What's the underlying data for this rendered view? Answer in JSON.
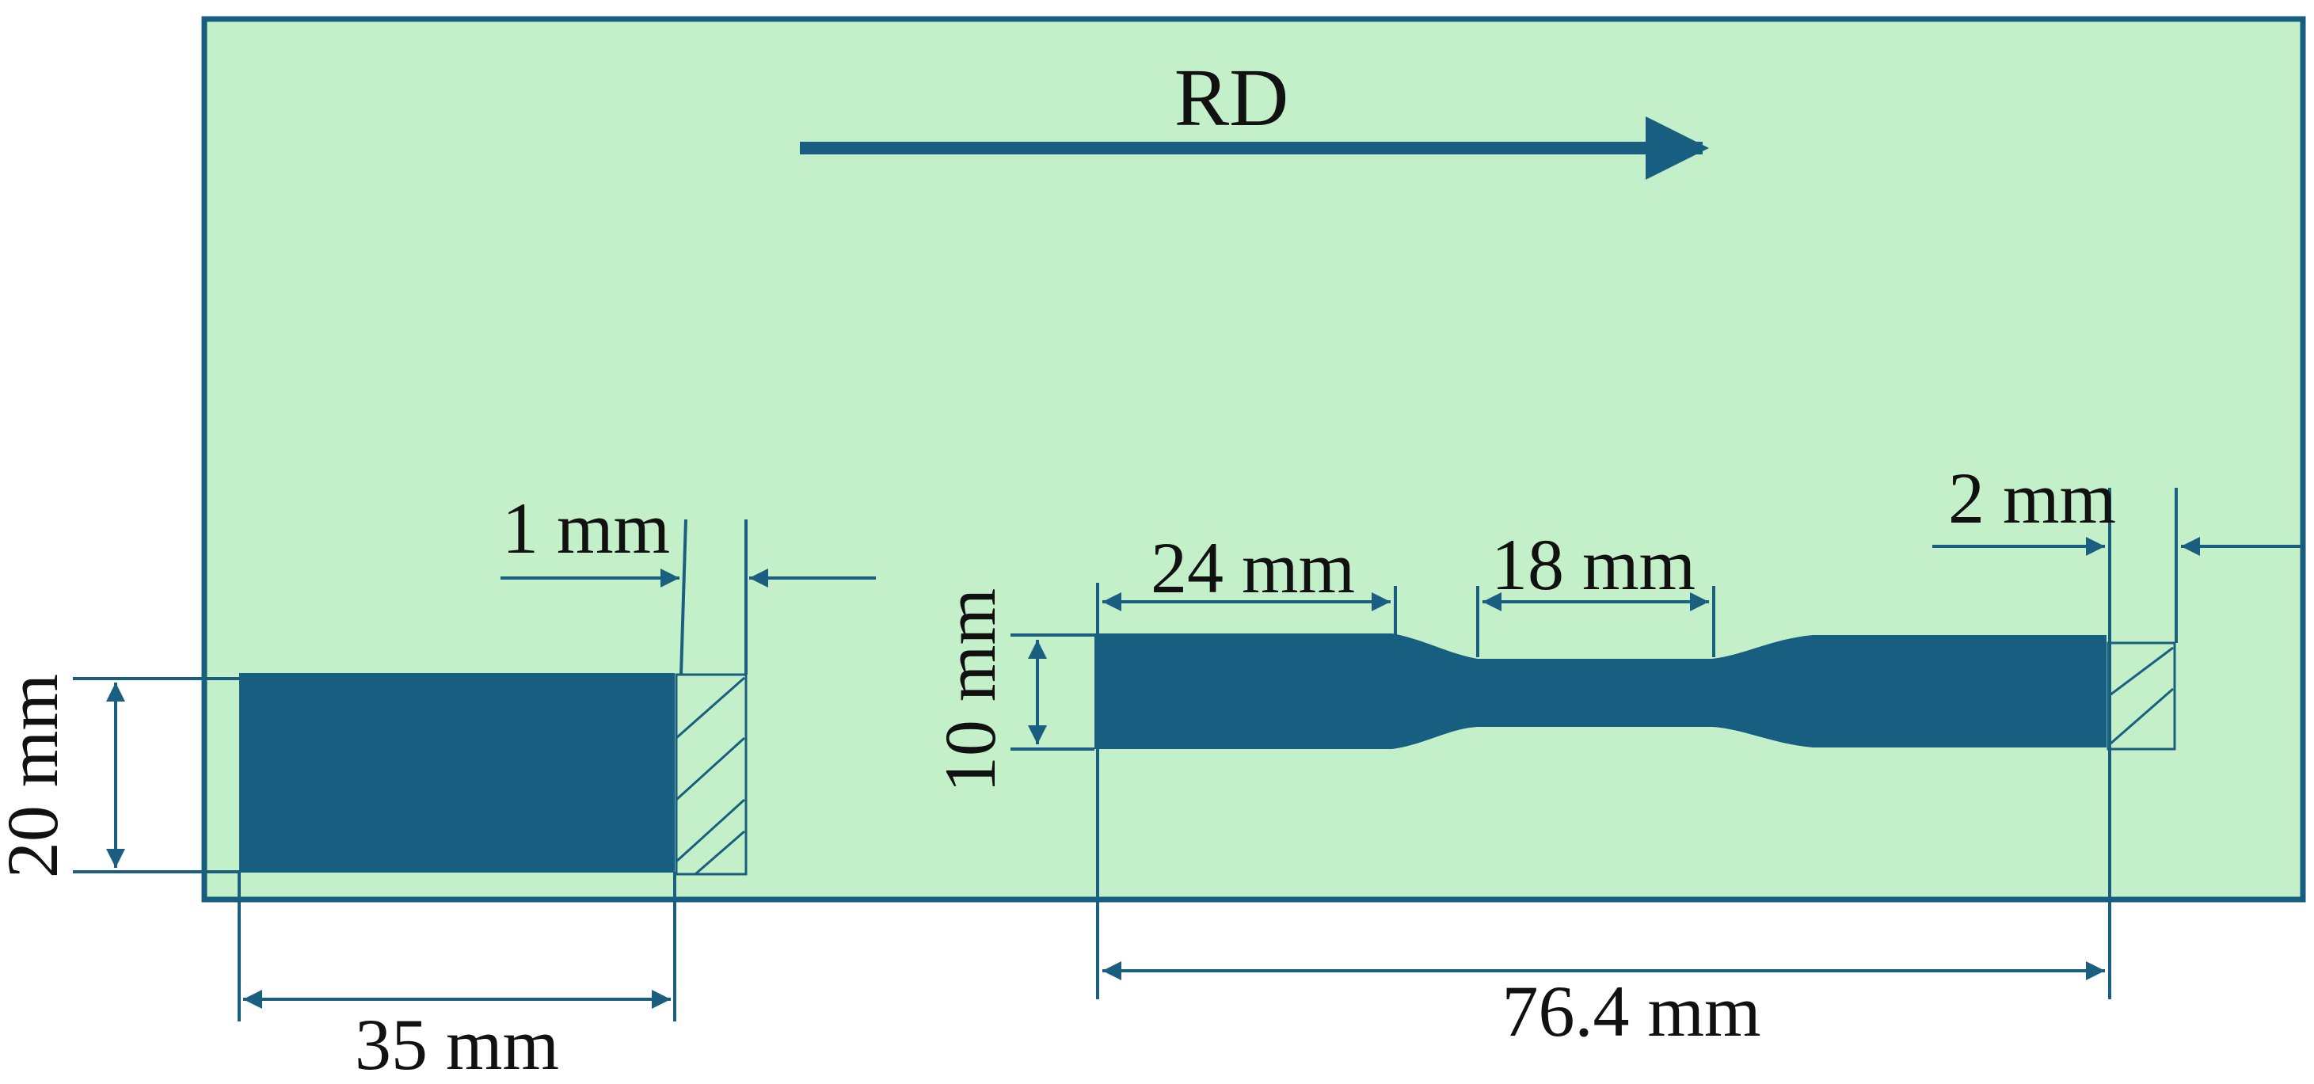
{
  "colors": {
    "sheet_fill": "#c3f0c9",
    "specimen": "#185e80",
    "dimension_line": "#1a5e80",
    "text": "#111111"
  },
  "labels": {
    "rolling_direction": "RD",
    "rect_width": "35 mm",
    "rect_height": "20 mm",
    "rect_offset": "1 mm",
    "dogbone_total_length": "76.4 mm",
    "dogbone_grip_length": "24 mm",
    "dogbone_gauge_length": "18 mm",
    "dogbone_width": "10 mm",
    "dogbone_offset": "2 mm"
  }
}
